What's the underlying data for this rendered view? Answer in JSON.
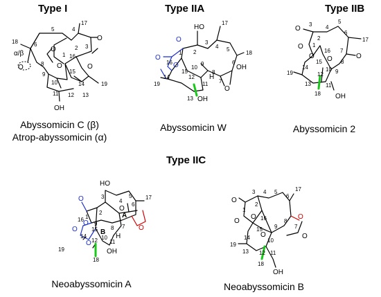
{
  "colors": {
    "black": "#000000",
    "blue": "#1a2fc9",
    "red": "#d10000",
    "green": "#19c919"
  },
  "panels": {
    "type1": {
      "title": "Type I",
      "names": [
        "Abyssomicin C (β)",
        "Atrop-abyssomicin (α)"
      ],
      "labels": {
        "O_top": "O",
        "O1": "O",
        "O2": "O",
        "O3": "O",
        "OH": "OH",
        "alpha_beta": "α/β",
        "n1": "1",
        "n2": "2",
        "n3": "3",
        "n4": "4",
        "n5": "5",
        "n6": "6",
        "n8": "8",
        "n9": "9",
        "n10": "10",
        "n11": "11",
        "n12": "12",
        "n13": "13",
        "n14": "14",
        "n15": "15",
        "n16": "16",
        "n17": "17",
        "n18": "18",
        "n19": "19"
      }
    },
    "type2a": {
      "title": "Type IIA",
      "names": [
        "Abyssomicin W"
      ],
      "labels": {
        "HO": "HO",
        "O1": "O",
        "O2": "O",
        "O3": "O",
        "O4": "O",
        "OH6": "OH",
        "OH11": "OH",
        "H": "H",
        "n1": "1",
        "n2": "2",
        "n3": "3",
        "n4": "4",
        "n5": "5",
        "n6": "6",
        "n7": "7",
        "n8": "8",
        "n9": "9",
        "n10": "10",
        "n11": "11",
        "n12": "12",
        "n13": "13",
        "n14": "14",
        "n15": "15",
        "n16": "16",
        "n17": "17",
        "n18": "18",
        "n19": "19"
      }
    },
    "type2b": {
      "title": "Type IIB",
      "names": [
        "Abyssomicin 2"
      ],
      "labels": {
        "O3": "O",
        "O7": "O",
        "O1": "O",
        "O2": "O",
        "O16": "O",
        "OH": "OH",
        "n1": "1",
        "n2": "2",
        "n3": "3",
        "n4": "4",
        "n5": "5",
        "n6": "6",
        "n7": "7",
        "n8": "8",
        "n9": "9",
        "n10": "10",
        "n11": "11",
        "n12": "12",
        "n13": "13",
        "n14": "14",
        "n15": "15",
        "n16": "16",
        "n17": "17",
        "n18": "18",
        "n19": "19"
      }
    },
    "type2c": {
      "title": "Type IIC",
      "names_left": [
        "Neoabyssomicin A"
      ],
      "names_right": [
        "Neoabyssomicin B"
      ],
      "labelsA": {
        "HO": "HO",
        "O1": "O",
        "O2": "O",
        "O16": "O",
        "O14": "O",
        "O7": "O",
        "Oring": "O",
        "OH": "OH",
        "H": "H",
        "A": "A",
        "B": "B",
        "n1": "1",
        "n2": "2",
        "n3": "3",
        "n4": "4",
        "n5": "5",
        "n6": "6",
        "n7": "7",
        "n8": "8",
        "n9": "9",
        "n10": "10",
        "n11": "11",
        "n12": "12",
        "n14": "14",
        "n15": "15",
        "n16": "16",
        "n17": "17",
        "n18": "18",
        "n19": "19"
      },
      "labelsB": {
        "O3": "O",
        "O1": "O",
        "O2": "O",
        "O15": "O",
        "Oring": "O",
        "O7": "O",
        "OH": "OH",
        "n1": "1",
        "n2": "2",
        "n3": "3",
        "n4": "4",
        "n5": "5",
        "n6": "6",
        "n7": "7",
        "n8": "8",
        "n9": "9",
        "n10": "10",
        "n11": "11",
        "n12": "12",
        "n13": "13",
        "n14": "14",
        "n15": "15",
        "n16": "16",
        "n17": "17",
        "n18": "18",
        "n19": "19"
      }
    }
  }
}
